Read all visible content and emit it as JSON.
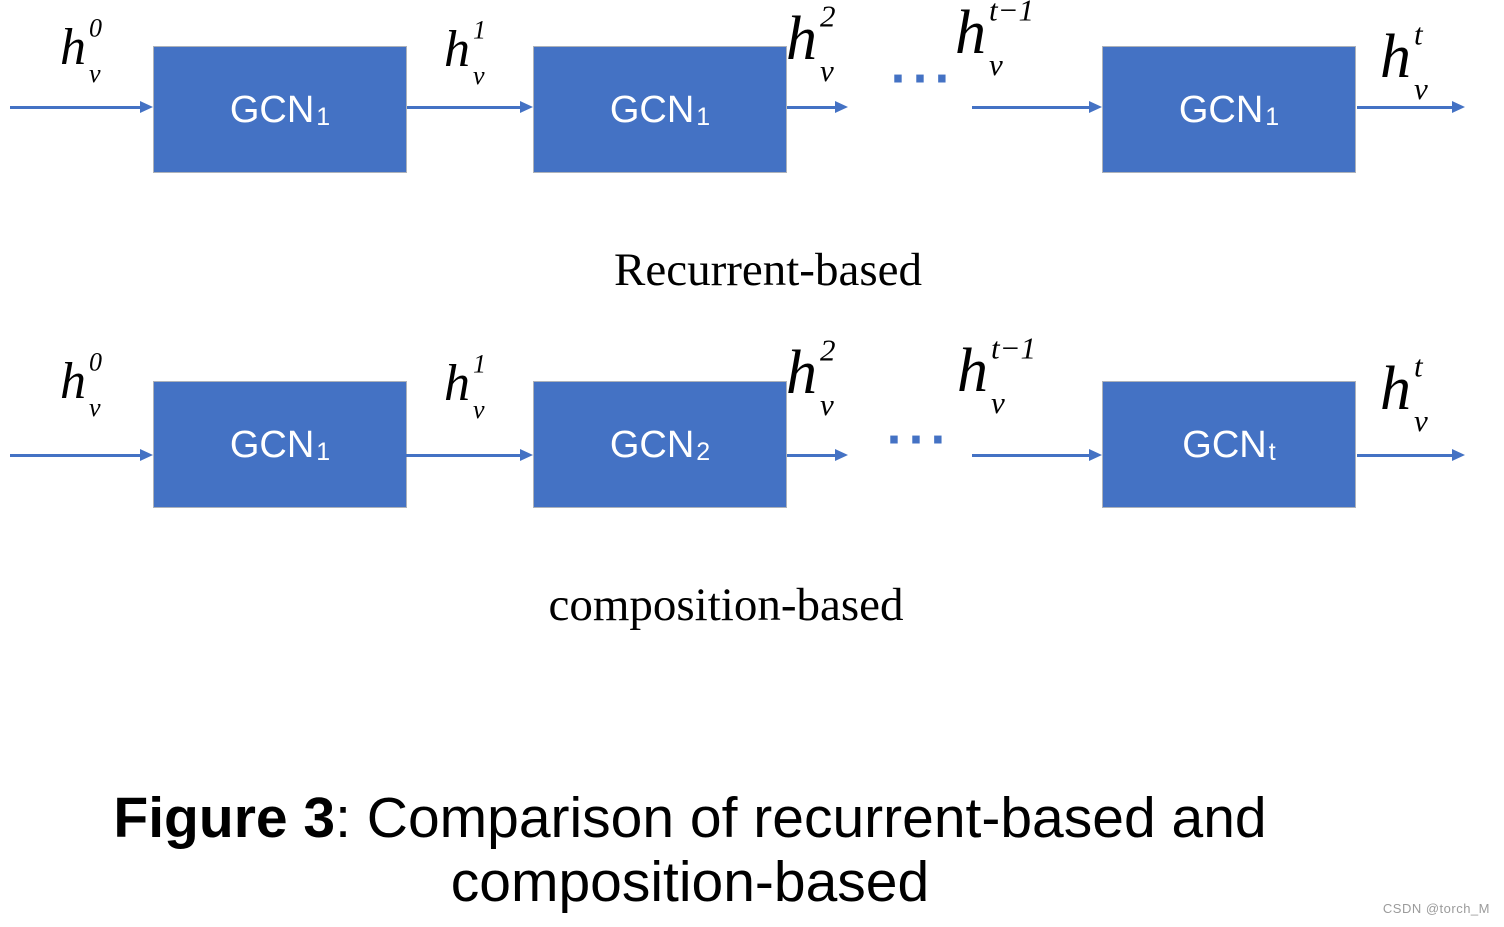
{
  "colors": {
    "box_fill": "#4472C4",
    "box_border": "#ADB2BA",
    "arrow": "#4472C4",
    "label": "#000000",
    "watermark": "#9B9B9B"
  },
  "ellipsis": "···",
  "recurrent": {
    "section_label": "Recurrent-based",
    "boxes": [
      {
        "name": "GCN",
        "sub": "1"
      },
      {
        "name": "GCN",
        "sub": "1"
      },
      {
        "name": "GCN",
        "sub": "1"
      }
    ],
    "state_labels": [
      {
        "base": "h",
        "sup": "0",
        "sub": "v"
      },
      {
        "base": "h",
        "sup": "1",
        "sub": "v"
      },
      {
        "base": "h",
        "sup": "2",
        "sub": "v"
      },
      {
        "base": "h",
        "sup": "t−1",
        "sub": "v"
      },
      {
        "base": "h",
        "sup": "t",
        "sub": "v"
      }
    ]
  },
  "composition": {
    "section_label": "composition-based",
    "boxes": [
      {
        "name": "GCN",
        "sub": "1"
      },
      {
        "name": "GCN",
        "sub": "2"
      },
      {
        "name": "GCN",
        "sub": "t"
      }
    ],
    "state_labels": [
      {
        "base": "h",
        "sup": "0",
        "sub": "v"
      },
      {
        "base": "h",
        "sup": "1",
        "sub": "v"
      },
      {
        "base": "h",
        "sup": "2",
        "sub": "v"
      },
      {
        "base": "h",
        "sup": "t−1",
        "sub": "v"
      },
      {
        "base": "h",
        "sup": "t",
        "sub": "v"
      }
    ]
  },
  "caption": {
    "figure_label": "Figure 3",
    "line1_rest": ": Comparison of recurrent-based and",
    "line2": "composition-based"
  },
  "watermark": "CSDN @torch_M"
}
